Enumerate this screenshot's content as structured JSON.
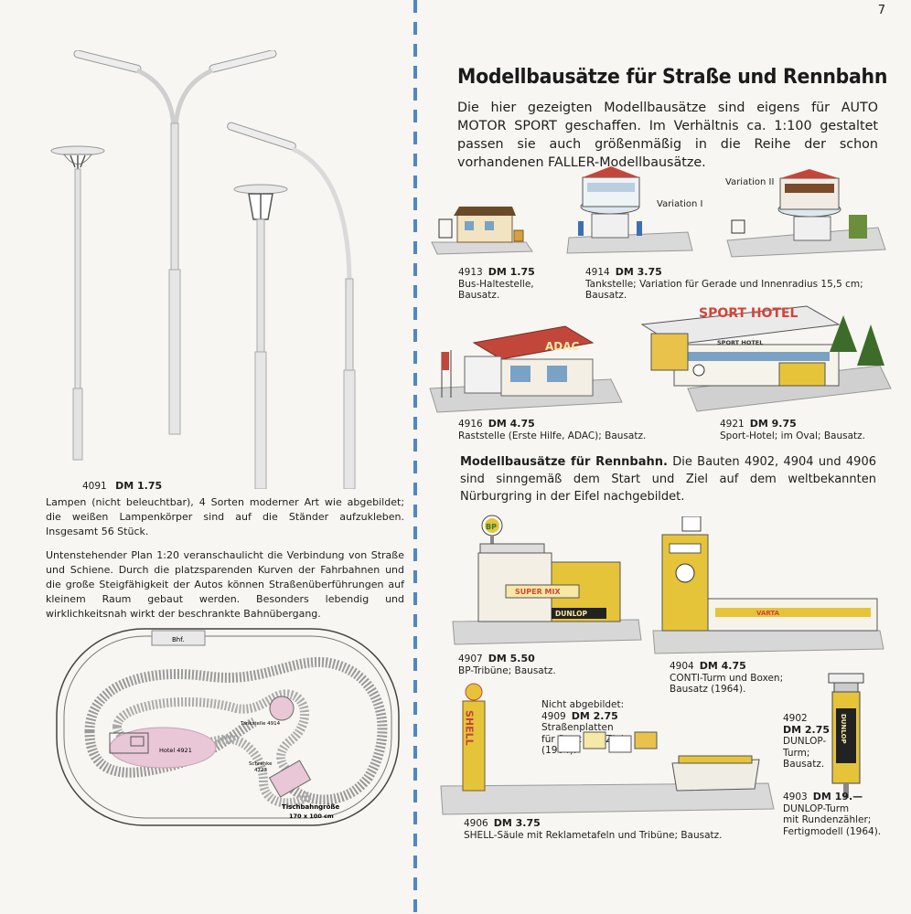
{
  "page_number": "7",
  "heading": "Modellbausätze für Straße und Rennbahn",
  "intro": "Die hier gezeigten Modellbausätze sind eigens für AUTO MOTOR SPORT geschaffen. Im Verhältnis ca. 1:100 gestaltet passen sie auch größenmäßig in die Reihe der schon vorhandenen FALLER-Modellbausätze.",
  "lamps": {
    "item_no": "4091",
    "price": "DM 1.75",
    "description": "Lampen (nicht beleuchtbar), 4 Sorten moderner Art wie abgebildet; die weißen Lampenkörper sind auf die Ständer aufzukleben. Insgesamt 56 Stück."
  },
  "plan_text": "Untenstehender Plan 1:20 veranschaulicht die Verbindung von Straße und Schiene. Durch die platzsparenden Kurven der Fahrbahnen und die große Steigfähigkeit der Autos können Straßenüberführungen auf kleinem Raum gebaut werden. Besonders lebendig und wirklichkeitsnah wirkt der beschrankte Bahnübergang.",
  "plan_labels": {
    "station": "Bhf.",
    "hotel": "Hotel 4921",
    "tankstelle": "Tankstelle 4914",
    "schranke": "Schranke",
    "schranke_no": "4723",
    "size_title": "Tischbahngröße",
    "size_value": "170 x 100 cm"
  },
  "variation_1": "Variation I",
  "variation_2": "Variation II",
  "models": {
    "m4913": {
      "no": "4913",
      "price": "DM 1.75",
      "line1": "Bus-Haltestelle,",
      "line2": "Bausatz."
    },
    "m4914": {
      "no": "4914",
      "price": "DM 3.75",
      "line1": "Tankstelle; Variation für Gerade und Innenradius 15,5 cm;",
      "line2": "Bausatz."
    },
    "m4916": {
      "no": "4916",
      "price": "DM 4.75",
      "line1": "Raststelle (Erste Hilfe, ADAC); Bausatz."
    },
    "m4921": {
      "no": "4921",
      "price": "DM 9.75",
      "line1": "Sport-Hotel; im Oval; Bausatz."
    },
    "m4907": {
      "no": "4907",
      "price": "DM 5.50",
      "line1": "BP-Tribüne; Bausatz."
    },
    "m4904": {
      "no": "4904",
      "price": "DM 4.75",
      "line1": "CONTI-Turm und Boxen;",
      "line2": "Bausatz (1964)."
    },
    "m4909": {
      "intro": "Nicht abgebildet:",
      "no": "4909",
      "price": "DM 2.75",
      "line1": "Straßenplatten",
      "line2": "für Start und Ziel",
      "line3": "(1964)."
    },
    "m4902": {
      "no": "4902",
      "price": "DM 2.75",
      "line1": "DUNLOP-",
      "line2": "Turm;",
      "line3": "Bausatz."
    },
    "m4903": {
      "no": "4903",
      "price": "DM 19.—",
      "line1": "DUNLOP-Turm",
      "line2": "mit Rundenzähler;",
      "line3": "Fertigmodell (1964)."
    },
    "m4906": {
      "no": "4906",
      "price": "DM 3.75",
      "line1": "SHELL-Säule mit Reklametafeln und Tribüne; Bausatz."
    }
  },
  "rennbahn_title": "Modellbausätze für Rennbahn.",
  "rennbahn_text": " Die Bauten 4902, 4904 und 4906 sind sinngemäß dem Start und Ziel auf dem weltbekannten Nürburgring in der Eifel nachgebildet.",
  "sign_texts": {
    "adac": "ADAC",
    "sport_hotel": "SPORT HOTEL",
    "sport_hotel_small": "SPORT HOTEL",
    "bp": "BP",
    "super_mix": "SUPER MIX",
    "dunlop": "DUNLOP",
    "varta": "VARTA",
    "shell": "SHELL",
    "dunlop_tower": "DUNLOP"
  },
  "colors": {
    "spine": "#4f86c7",
    "roof_red": "#c2473a",
    "yellow": "#e6c43a",
    "pink": "#e9c7d6",
    "track": "#9a9a9a"
  }
}
